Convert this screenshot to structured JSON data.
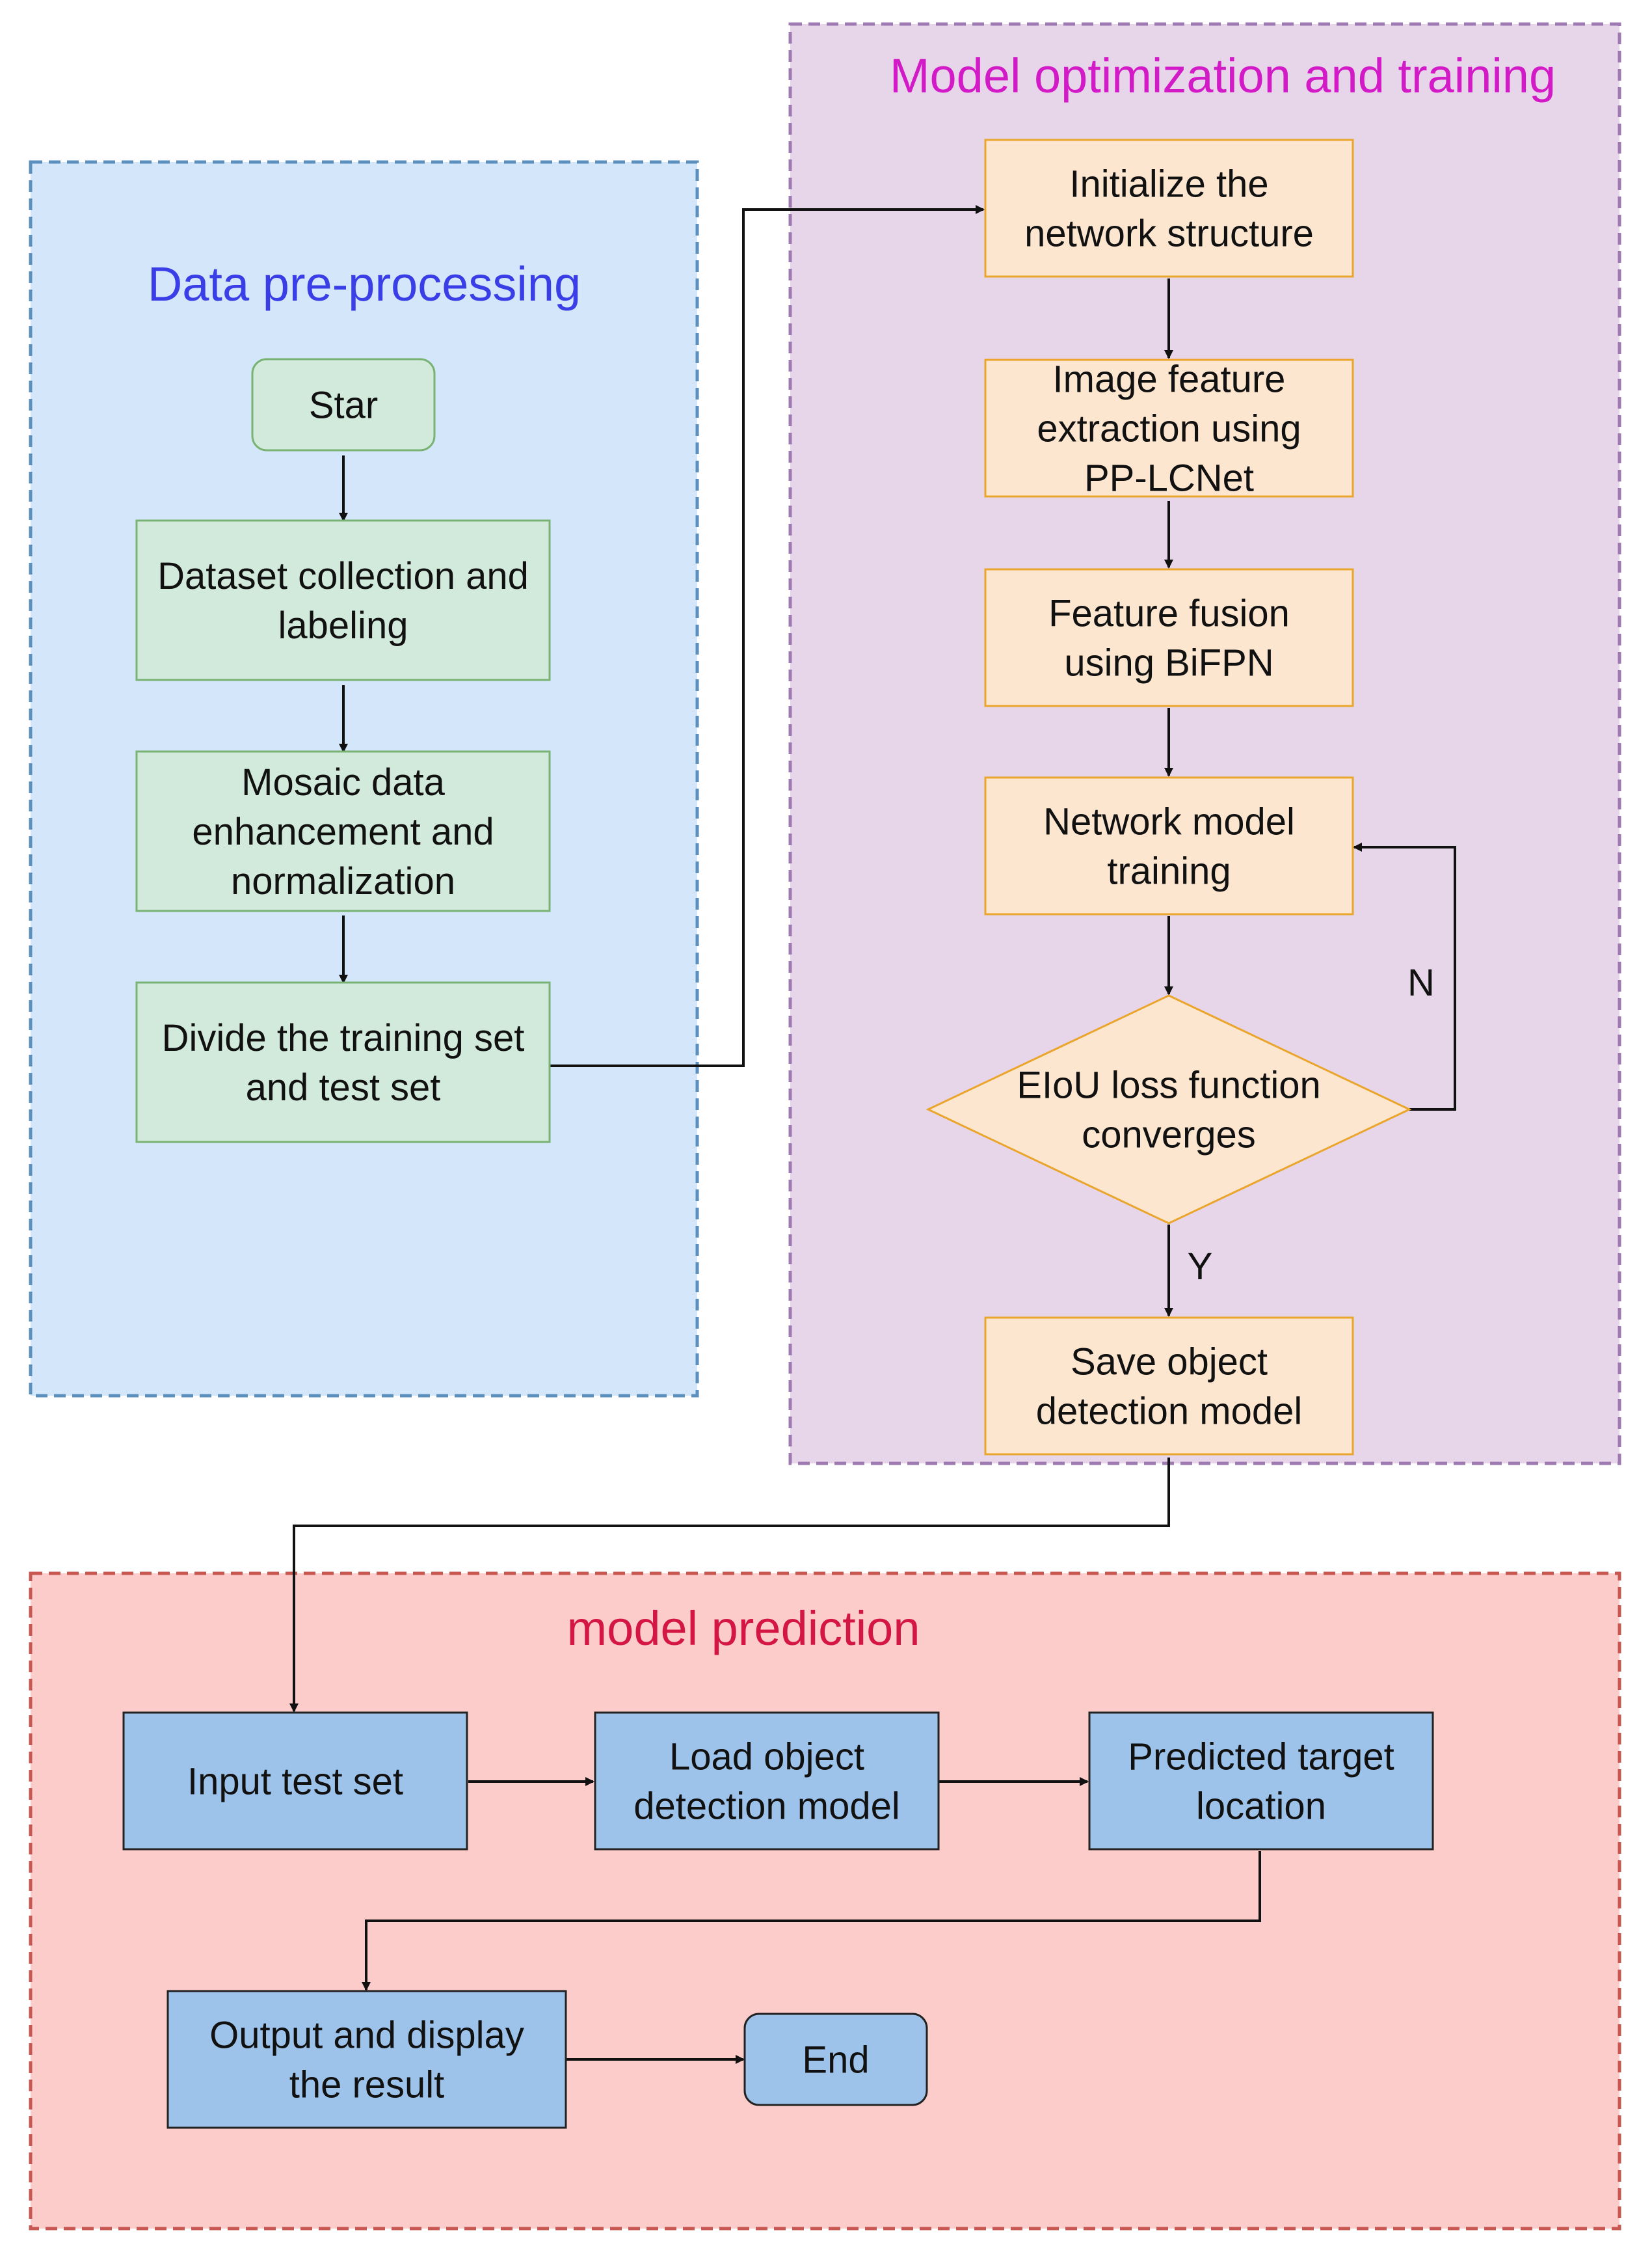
{
  "colors": {
    "data_group_fill": "#d4e6f9",
    "data_group_stroke": "#5b8fbe",
    "data_title": "#3a3ee6",
    "model_group_fill": "#e7d6ea",
    "model_group_stroke": "#9f79b1",
    "model_title": "#d21bc7",
    "pred_group_fill": "#fccccb",
    "pred_group_stroke": "#c85751",
    "pred_title": "#d31643",
    "green_fill": "#d2eadb",
    "green_stroke": "#79b374",
    "orange_fill": "#fde6cf",
    "orange_stroke": "#eaa52c",
    "blue_fill": "#9ec3ea",
    "blue_stroke": "#222222",
    "line": "#111111"
  },
  "groups": {
    "data": {
      "title": "Data pre-processing"
    },
    "model": {
      "title": "Model optimization and training"
    },
    "prediction": {
      "title": "model prediction"
    }
  },
  "nodes": {
    "star": {
      "lines": [
        "Star"
      ]
    },
    "dataset": {
      "lines": [
        "Dataset collection and",
        "labeling"
      ]
    },
    "mosaic": {
      "lines": [
        "Mosaic data",
        "enhancement and",
        "normalization"
      ]
    },
    "divide": {
      "lines": [
        "Divide the training set",
        "and test set"
      ]
    },
    "init": {
      "lines": [
        "Initialize the",
        "network structure"
      ]
    },
    "feature": {
      "lines": [
        "Image feature",
        "extraction using",
        "PP-LCNet"
      ]
    },
    "fusion": {
      "lines": [
        "Feature fusion",
        "using BiFPN"
      ]
    },
    "training": {
      "lines": [
        "Network model",
        "training"
      ]
    },
    "eiou": {
      "lines": [
        "EIoU loss function",
        "converges"
      ]
    },
    "save": {
      "lines": [
        "Save object",
        "detection model"
      ]
    },
    "input": {
      "lines": [
        "Input test set"
      ]
    },
    "load": {
      "lines": [
        "Load object",
        "detection model"
      ]
    },
    "predicted": {
      "lines": [
        "Predicted target",
        "location"
      ]
    },
    "output": {
      "lines": [
        "Output and display",
        "the result"
      ]
    },
    "end": {
      "lines": [
        "End"
      ]
    }
  },
  "edge_labels": {
    "no": "N",
    "yes": "Y"
  }
}
